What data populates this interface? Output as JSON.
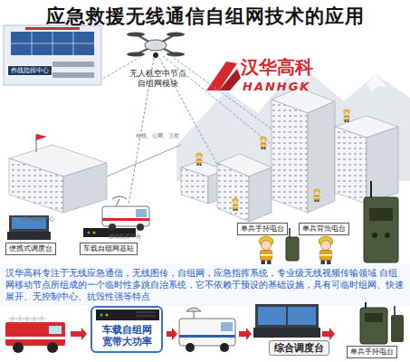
{
  "diagram": {
    "title": "应急救援无线通信自组网技术的应用",
    "nodes": [
      {
        "text": [
          "作战指挥中心"
        ]
      },
      {
        "text": [
          "便携式调度台"
        ]
      },
      {
        "text": [
          "车载自组网基站"
        ]
      },
      {
        "text": [
          "单兵手持电台"
        ]
      },
      {
        "text": [
          "单兵背负电台"
        ]
      },
      {
        "text": [
          "车载自组网 宽带大功率"
        ]
      },
      {
        "text": [
          "综合调度台"
        ]
      },
      {
        "text": [
          "单兵手持电台"
        ]
      }
    ],
    "labels": [
      "汉华高科",
      "HANHGK",
      "无人机空中节点 自组网模块",
      "有线、公网、卫星",
      "后方指挥中心",
      "移动指挥平台",
      "汉华高科专注于无线应急通信，无线图传，自组网，应急指挥系统，专业级无线视频传输领域 自组网移动节点所组成的一个临时性多跳自治系统，它不依赖于预设的基础设施，具有可临时组网、快速展开、无控制中心、抗毁性强等特点"
    ]
  }
}
